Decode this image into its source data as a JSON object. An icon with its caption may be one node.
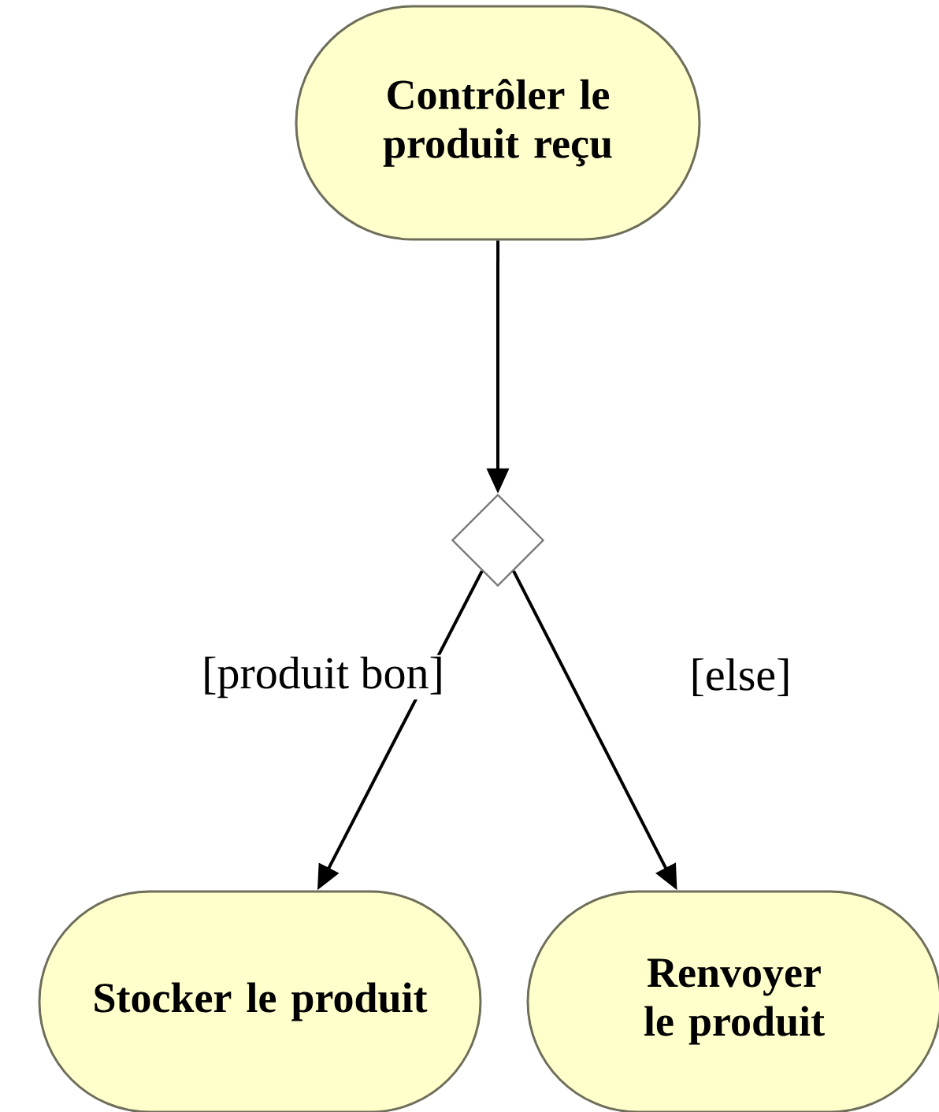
{
  "diagram": {
    "nodes": [
      {
        "text": [
          "Contrôler le produit reçu"
        ]
      },
      {
        "text": [],
        "shape": "diamond"
      },
      {
        "text": [
          "Stocker le produit"
        ]
      },
      {
        "text": [
          "Renvoyer le produit"
        ]
      }
    ],
    "edges": [
      {
        "from": 0,
        "to": 1,
        "arrow": "to"
      },
      {
        "from": 1,
        "to": 2,
        "arrow": "to",
        "label": "[produit bon]"
      },
      {
        "from": 1,
        "to": 3,
        "arrow": "to",
        "label": "[else]"
      }
    ]
  }
}
